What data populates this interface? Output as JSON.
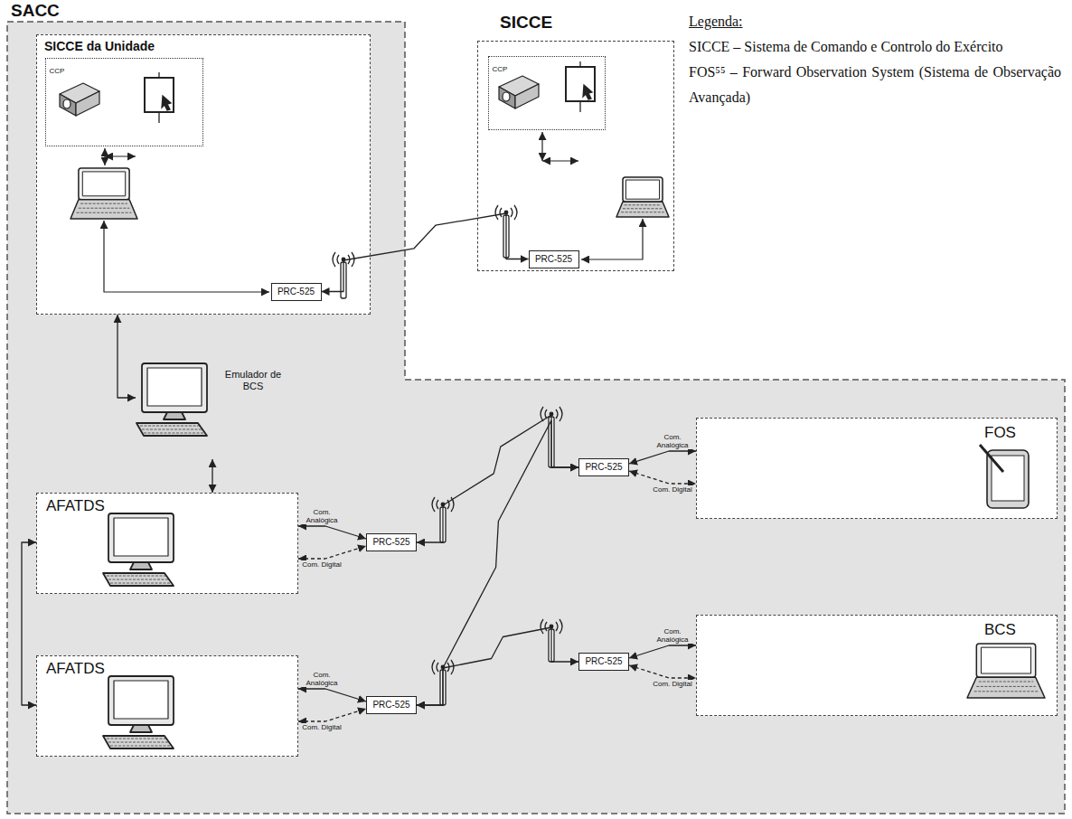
{
  "diagram": {
    "nodes": [
      {
        "text": [
          "SACC"
        ]
      },
      {
        "text": [
          "SICCE da Unidade"
        ],
        "in": 0
      },
      {
        "text": [
          "CCP"
        ],
        "in": 1
      },
      {
        "text": [
          "PRC-525"
        ],
        "in": 1
      },
      {
        "text": [
          "SICCE"
        ]
      },
      {
        "text": [
          "CCP"
        ],
        "in": 4
      },
      {
        "text": [
          "PRC-525"
        ],
        "in": 4
      },
      {
        "text": [
          "Emulador de BCS"
        ],
        "in": 0
      },
      {
        "text": [
          "AFATDS"
        ],
        "in": 0
      },
      {
        "text": [
          "PRC-525"
        ],
        "in": 0
      },
      {
        "text": [
          "FOS"
        ],
        "in": 0
      },
      {
        "text": [
          "PRC-525"
        ],
        "in": 0
      },
      {
        "text": [
          "AFATDS"
        ],
        "in": 0
      },
      {
        "text": [
          "PRC-525"
        ],
        "in": 0
      },
      {
        "text": [
          "BCS"
        ],
        "in": 0
      },
      {
        "text": [
          "PRC-525"
        ],
        "in": 0
      }
    ],
    "edges": [
      {
        "from": 1,
        "to": 7,
        "arrow": "both"
      },
      {
        "from": 7,
        "to": 8,
        "arrow": "both"
      },
      {
        "from": 8,
        "to": 12,
        "arrow": "both"
      },
      {
        "from": 8,
        "to": 9,
        "arrow": "both",
        "label": "Com. Analógica"
      },
      {
        "from": 8,
        "to": 9,
        "arrow": "both",
        "label": "Com. Digital"
      },
      {
        "from": 12,
        "to": 13,
        "arrow": "both",
        "label": "Com. Analógica"
      },
      {
        "from": 12,
        "to": 13,
        "arrow": "both",
        "label": "Com. Digital"
      },
      {
        "from": 11,
        "to": 10,
        "arrow": "both",
        "label": "Com. Analógica"
      },
      {
        "from": 11,
        "to": 10,
        "arrow": "both",
        "label": "Com. Digital"
      },
      {
        "from": 15,
        "to": 14,
        "arrow": "both",
        "label": "Com. Analógica"
      },
      {
        "from": 15,
        "to": 14,
        "arrow": "both",
        "label": "Com. Digital"
      },
      {
        "from": 3,
        "to": 6,
        "arrow": "both"
      },
      {
        "from": 9,
        "to": 11,
        "arrow": "both"
      },
      {
        "from": 13,
        "to": 11,
        "arrow": "both"
      },
      {
        "from": 13,
        "to": 15,
        "arrow": "both"
      }
    ],
    "labels": [
      "Legenda:"
    ],
    "legend": [
      {
        "text": "SICCE – Sistema de Comando e Controlo do Exército"
      },
      {
        "text": "FOS⁵⁵ – Forward Observation System (Sistema de Observação Avançada)"
      }
    ]
  }
}
